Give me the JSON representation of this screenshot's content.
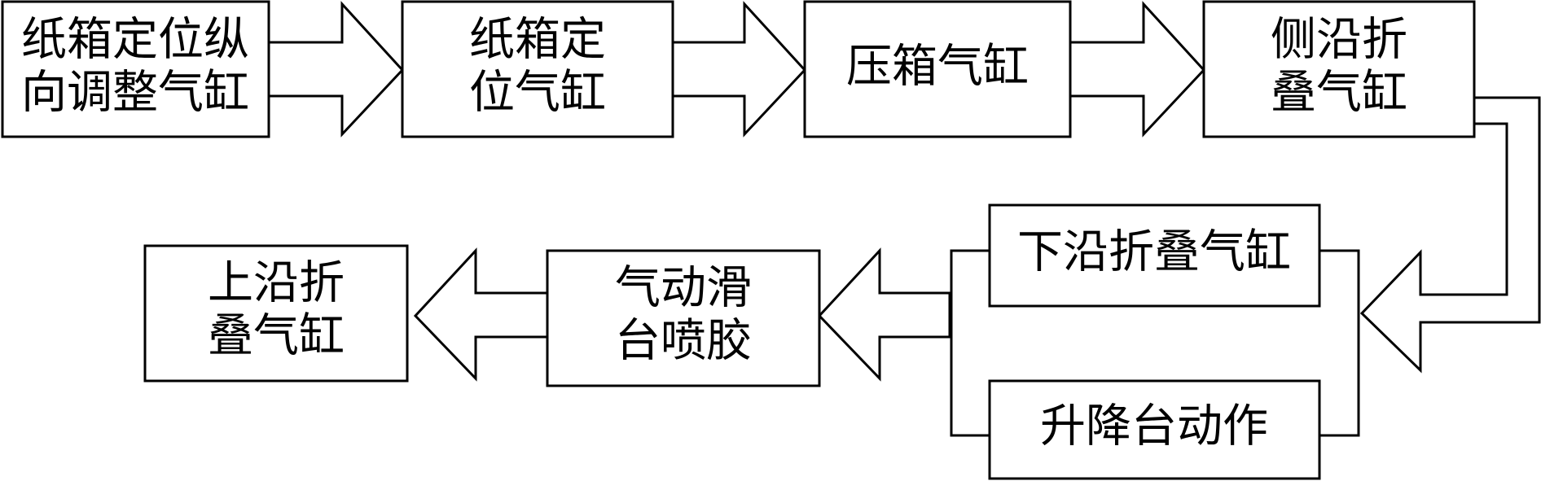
{
  "colors": {
    "stroke": "#000000",
    "fill": "#ffffff",
    "text": "#000000"
  },
  "nodes": [
    {
      "id": "box1",
      "lines": [
        "纸箱定位纵",
        "向调整气缸"
      ]
    },
    {
      "id": "box2",
      "lines": [
        "纸箱定",
        "位气缸"
      ]
    },
    {
      "id": "box3",
      "lines": [
        "压箱气缸"
      ]
    },
    {
      "id": "box4",
      "lines": [
        "侧沿折",
        "叠气缸"
      ]
    },
    {
      "id": "box5",
      "lines": [
        "下沿折叠气缸"
      ]
    },
    {
      "id": "box6",
      "lines": [
        "升降台动作"
      ]
    },
    {
      "id": "box7",
      "lines": [
        "气动滑",
        "台喷胶"
      ]
    },
    {
      "id": "box8",
      "lines": [
        "上沿折",
        "叠气缸"
      ]
    }
  ],
  "edges": [
    {
      "from": "box1",
      "to": "box2"
    },
    {
      "from": "box2",
      "to": "box3"
    },
    {
      "from": "box3",
      "to": "box4"
    },
    {
      "from": "box4",
      "to": "box5"
    },
    {
      "from": "box4",
      "to": "box6"
    },
    {
      "from": "box5",
      "to": "box7"
    },
    {
      "from": "box6",
      "to": "box7"
    },
    {
      "from": "box7",
      "to": "box8"
    }
  ]
}
